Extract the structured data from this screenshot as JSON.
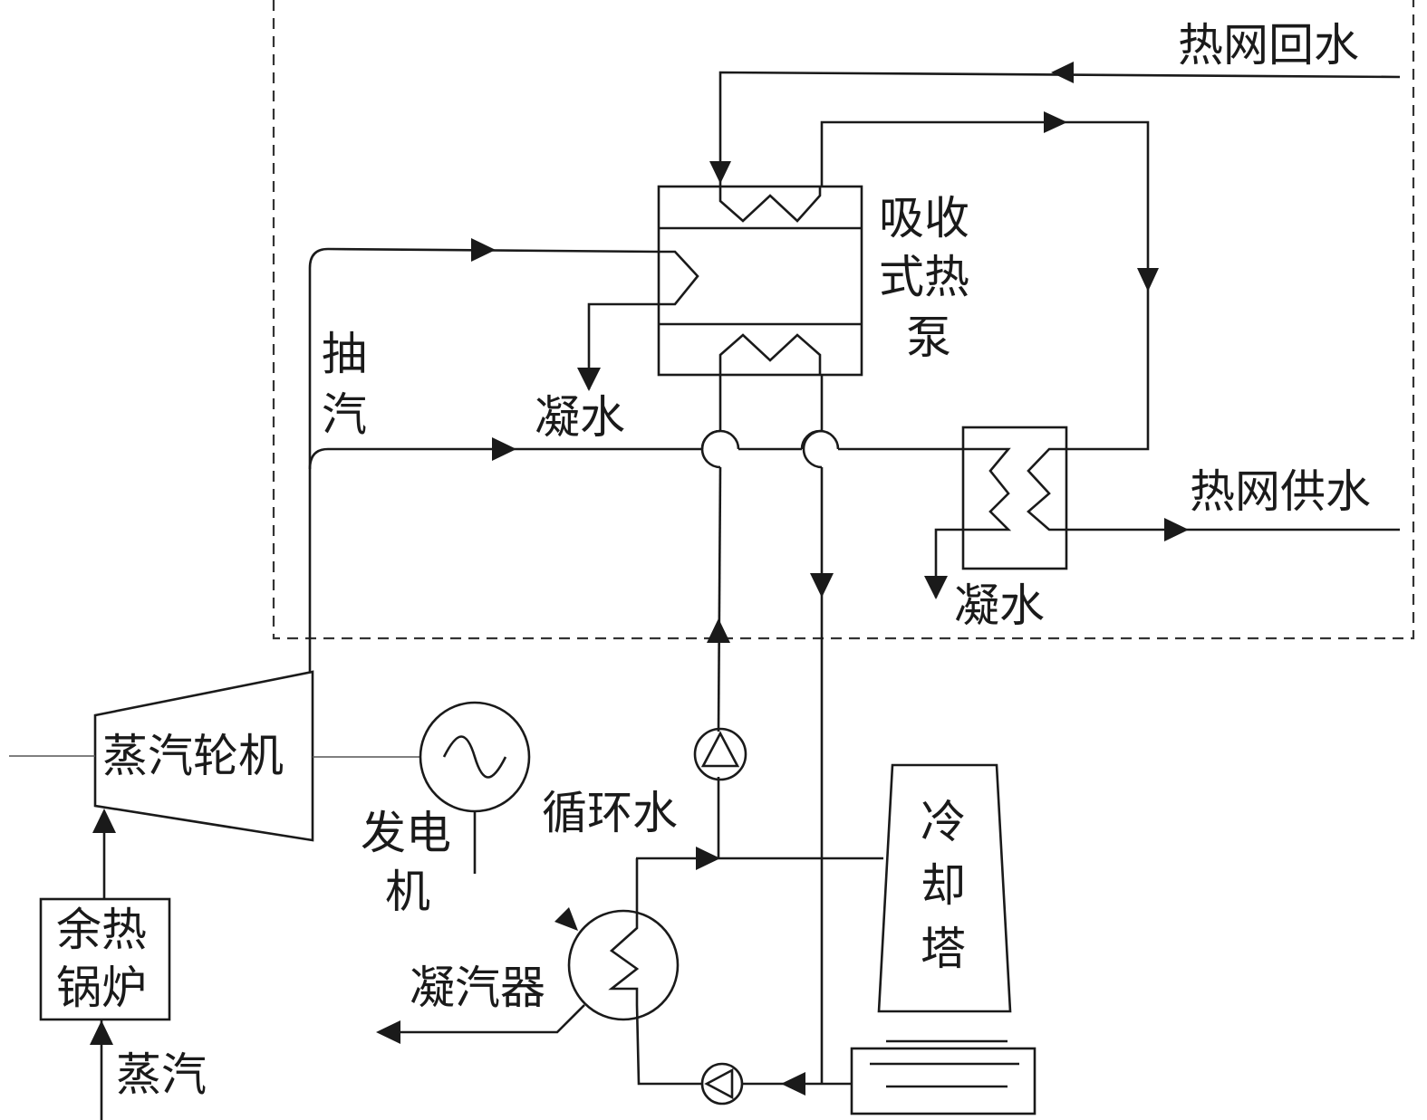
{
  "labels": {
    "return_water": "热网回水",
    "supply_water": "热网供水",
    "heat_pump": [
      "吸收",
      "式热",
      "泵"
    ],
    "extraction": [
      "抽",
      "汽"
    ],
    "condensate_1": "凝水",
    "condensate_2": "凝水",
    "turbine": "蒸汽轮机",
    "generator": [
      "发电",
      "机"
    ],
    "circulating_water": "循环水",
    "cooling_tower": [
      "冷",
      "却",
      "塔"
    ],
    "hrsg": [
      "余热",
      "锅炉"
    ],
    "condenser": "凝汽器",
    "steam": "蒸汽"
  },
  "colors": {
    "line": "#1a1a1a",
    "background": "#ffffff"
  }
}
